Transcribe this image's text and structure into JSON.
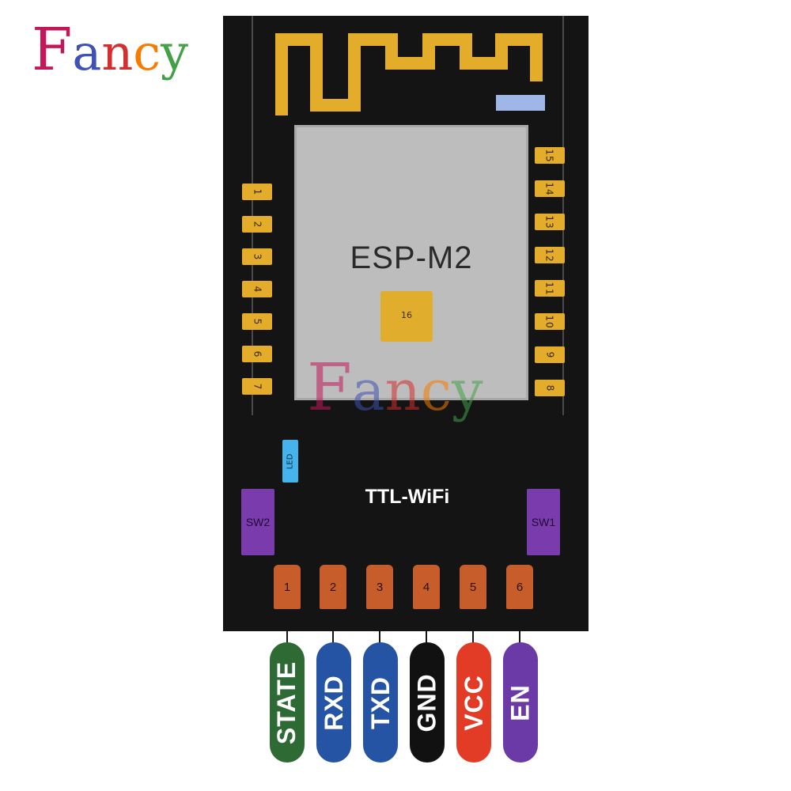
{
  "brand": {
    "letters": [
      {
        "char": "F",
        "color": "#c2185b"
      },
      {
        "char": "a",
        "color": "#3f51b5"
      },
      {
        "char": "n",
        "color": "#d32f2f"
      },
      {
        "char": "c",
        "color": "#f57c00"
      },
      {
        "char": "y",
        "color": "#43a047"
      }
    ]
  },
  "chip": {
    "name": "ESP-M2",
    "center_pad": "16"
  },
  "left_pads": [
    "1",
    "2",
    "3",
    "4",
    "5",
    "6",
    "7"
  ],
  "right_pads": [
    "15",
    "14",
    "13",
    "12",
    "11",
    "10",
    "9",
    "8"
  ],
  "board": {
    "title": "TTL-WiFi",
    "led": "LED",
    "sw_left": "SW2",
    "sw_right": "SW1"
  },
  "header_pins": [
    {
      "num": "1",
      "label": "STATE",
      "color": "#2e6b34"
    },
    {
      "num": "2",
      "label": "RXD",
      "color": "#2454a3"
    },
    {
      "num": "3",
      "label": "TXD",
      "color": "#2454a3"
    },
    {
      "num": "4",
      "label": "GND",
      "color": "#111111"
    },
    {
      "num": "5",
      "label": "VCC",
      "color": "#e23b26"
    },
    {
      "num": "6",
      "label": "EN",
      "color": "#6b3aa6"
    }
  ],
  "colors": {
    "board": "#141414",
    "gold": "#e3ac2a",
    "chip": "#bdbdbd",
    "header": "#c75d2a",
    "switch": "#7a3cac",
    "led": "#45b3ec"
  }
}
